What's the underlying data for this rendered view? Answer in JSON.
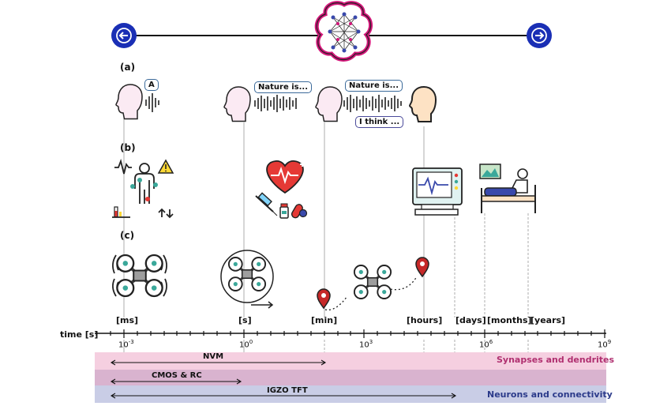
{
  "panels": {
    "a": "(a)",
    "b": "(b)",
    "c": "(c)"
  },
  "speech": {
    "bubble_a": "A",
    "bubble_nature_1": "Nature is...",
    "bubble_nature_2": "Nature is...",
    "bubble_think": "I think ..."
  },
  "timescales": [
    "[ms]",
    "[s]",
    "[min]",
    "[hours]",
    "[days]",
    "[months]",
    "[years]"
  ],
  "axis": {
    "label": "time [s]",
    "ticks": [
      {
        "base": "10",
        "exp": "-3"
      },
      {
        "base": "10",
        "exp": "0"
      },
      {
        "base": "10",
        "exp": "3"
      },
      {
        "base": "10",
        "exp": "6"
      },
      {
        "base": "10",
        "exp": "9"
      }
    ]
  },
  "bands": {
    "synapses": {
      "label": "Synapses and dendrites",
      "color": "#f5cfe0",
      "text_color": "#b03070"
    },
    "neurons": {
      "label": "Neurons and connectivity",
      "color": "#c9cde6",
      "text_color": "#2b3a8a"
    }
  },
  "bars": {
    "nvm": "NVM",
    "cmos": "CMOS & RC",
    "igzo": "IGZO TFT"
  },
  "colors": {
    "nav_blue": "#1a2fb5",
    "brain_pink": "#d4167a",
    "heart_red": "#e53935",
    "pin_red": "#c62828",
    "teal": "#3aa89a"
  }
}
